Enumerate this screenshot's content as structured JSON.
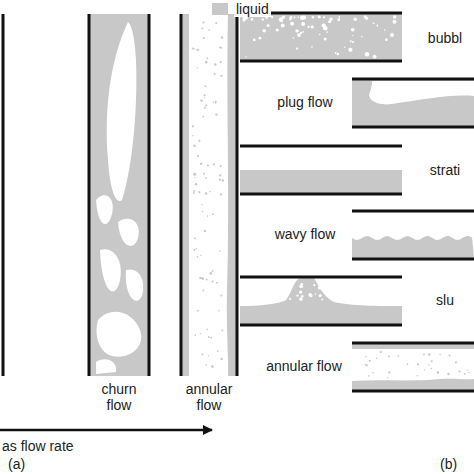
{
  "diagram": {
    "labels": [
      "churn flow",
      "annular flow",
      "as flow rate",
      "(a)",
      "bubbl",
      "plug flow",
      "strati",
      "wavy flow",
      "slu",
      "annular flow",
      "(b)"
    ],
    "legend": [
      {
        "text": "liquid",
        "color": "#c8c8c8"
      }
    ]
  }
}
